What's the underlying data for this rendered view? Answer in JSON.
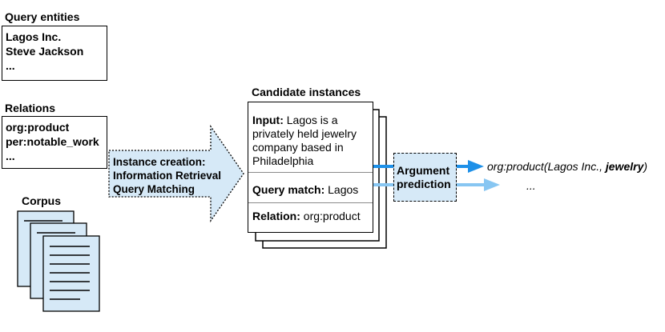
{
  "query_entities": {
    "title": "Query entities",
    "items": [
      "Lagos Inc.",
      "Steve Jackson",
      "..."
    ]
  },
  "relations": {
    "title": "Relations",
    "items": [
      "org:product",
      "per:notable_work",
      "..."
    ]
  },
  "corpus": {
    "title": "Corpus"
  },
  "instance_creation": {
    "lines": [
      "Instance creation:",
      "Information Retrieval",
      "Query Matching"
    ]
  },
  "candidate_instances": {
    "title": "Candidate instances",
    "input_label": "Input:",
    "input_text": " Lagos is a privately held jewelry company based in Philadelphia",
    "query_match_label": "Query match:",
    "query_match_text": " Lagos",
    "relation_label": "Relation:",
    "relation_text": " org:product"
  },
  "argument_prediction": {
    "lines": [
      "Argument",
      "prediction"
    ]
  },
  "output": {
    "prediction_prefix": "org:product(Lagos Inc., ",
    "prediction_bold": "jewelry",
    "prediction_suffix": ")",
    "ellipsis": "..."
  },
  "colors": {
    "arrow_fill": "#d6e9f7",
    "arrow_dark": "#1e90e8",
    "arrow_light": "#87c6f2",
    "doc_fill": "#d6e9f7"
  }
}
